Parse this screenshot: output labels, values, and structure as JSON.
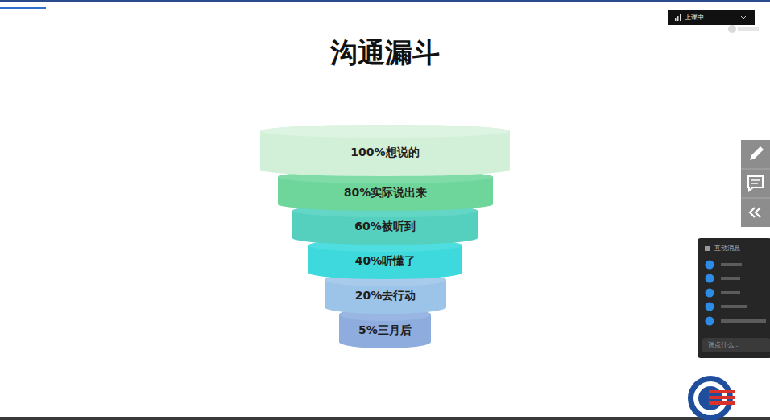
{
  "diagram": {
    "title": "沟通漏斗",
    "nodes": [
      {
        "text": [
          "100%想说的"
        ]
      },
      {
        "text": [
          "80%实际说出来"
        ]
      },
      {
        "text": [
          "60%被听到"
        ]
      },
      {
        "text": [
          "40%听懂了"
        ]
      },
      {
        "text": [
          "20%去行动"
        ]
      },
      {
        "text": [
          "5%三月后"
        ]
      }
    ],
    "labels": [
      "上课中",
      "互动消息",
      "说点什么..."
    ]
  }
}
